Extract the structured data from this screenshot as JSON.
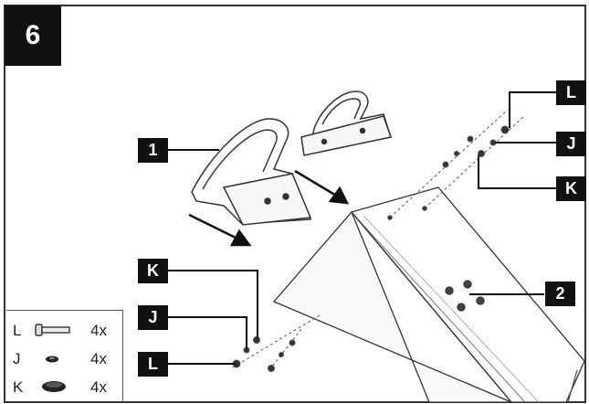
{
  "step": {
    "number": "6"
  },
  "callouts": {
    "part_1": "1",
    "part_2": "2",
    "right_L": "L",
    "right_J": "J",
    "right_K": "K",
    "left_K": "K",
    "left_J": "J",
    "left_L": "L"
  },
  "legend": {
    "items": [
      {
        "code": "L",
        "icon": "bolt-icon",
        "qty": "4x"
      },
      {
        "code": "J",
        "icon": "washer-icon",
        "qty": "4x"
      },
      {
        "code": "K",
        "icon": "nut-icon",
        "qty": "4x"
      }
    ]
  }
}
